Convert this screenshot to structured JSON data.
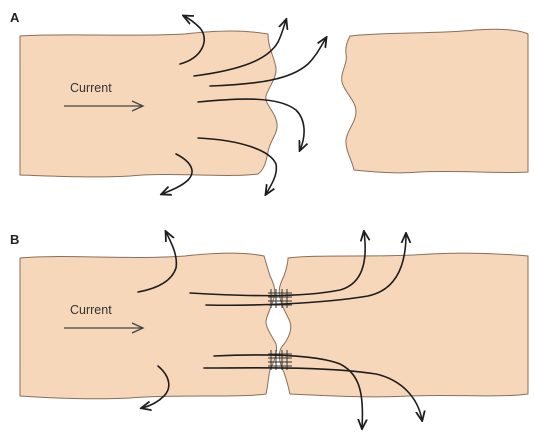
{
  "panels": [
    {
      "label": "A",
      "current_label": "Current",
      "state": "separated"
    },
    {
      "label": "B",
      "current_label": "Current",
      "state": "connected via gap junctions"
    }
  ],
  "colors": {
    "tissue_fill": "#f7d7b9",
    "tissue_edge": "#8a6e5a",
    "flow_line": "#1e1e1e",
    "junction": "#333333",
    "background": "#ffffff"
  },
  "icons": {
    "current_arrow": "arrow-right-icon",
    "flow_arrowhead": "arrowhead-icon",
    "junction": "gap-junction-icon"
  }
}
